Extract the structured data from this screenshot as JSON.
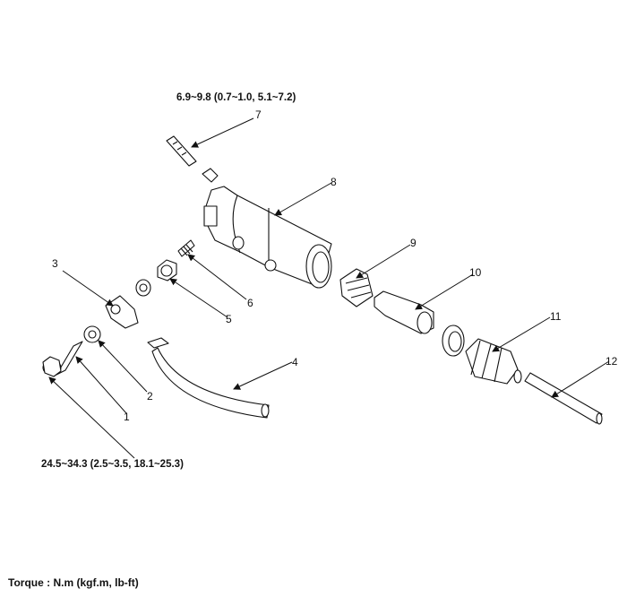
{
  "torque_top": "6.9~9.8 (0.7~1.0, 5.1~7.2)",
  "torque_bottom": "24.5~34.3 (2.5~3.5, 18.1~25.3)",
  "legend": "Torque : N.m (kgf.m, lb-ft)",
  "callouts": [
    "1",
    "2",
    "3",
    "4",
    "5",
    "6",
    "7",
    "8",
    "9",
    "10",
    "11",
    "12"
  ]
}
